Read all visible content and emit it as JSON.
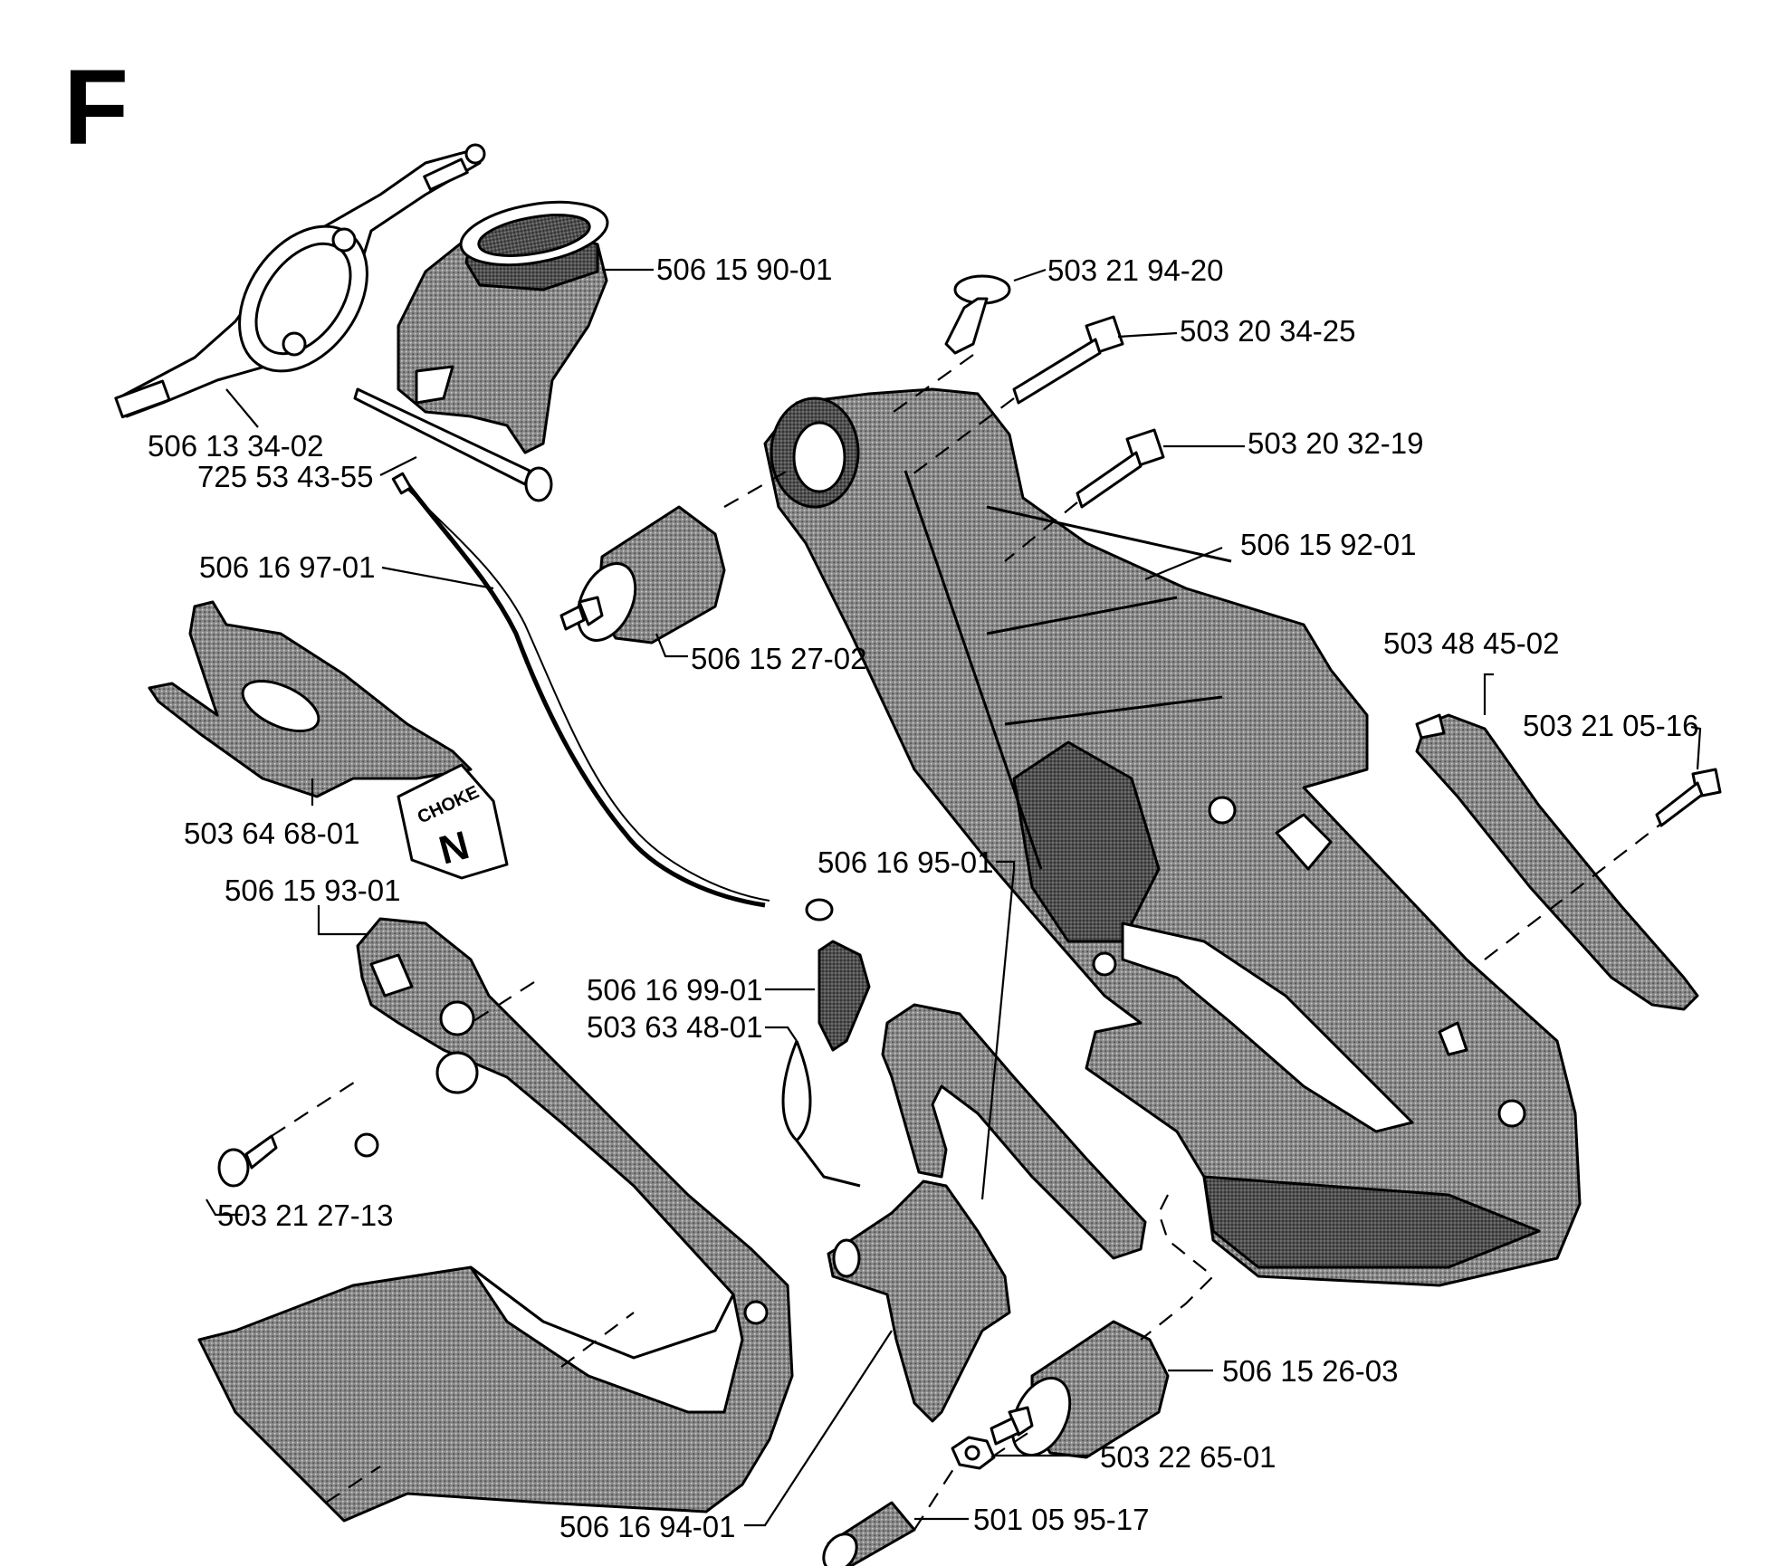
{
  "section": {
    "letter": "F"
  },
  "colors": {
    "ink": "#000000",
    "part_shade": "#8a8a8a",
    "paper": "#ffffff"
  },
  "parts": [
    {
      "id": "p01",
      "number": "506 15 90-01"
    },
    {
      "id": "p02",
      "number": "503 21 94-20"
    },
    {
      "id": "p03",
      "number": "503 20 34-25"
    },
    {
      "id": "p04",
      "number": "503 20 32-19"
    },
    {
      "id": "p05",
      "number": "506 13 34-02"
    },
    {
      "id": "p06",
      "number": "725 53 43-55"
    },
    {
      "id": "p07",
      "number": "506 15 92-01"
    },
    {
      "id": "p08",
      "number": "506 16 97-01"
    },
    {
      "id": "p09",
      "number": "506 15 27-02"
    },
    {
      "id": "p10",
      "number": "503 48 45-02"
    },
    {
      "id": "p11",
      "number": "503 21 05-16"
    },
    {
      "id": "p12",
      "number": "503 64 68-01"
    },
    {
      "id": "p13",
      "number": "506 16 95-01"
    },
    {
      "id": "p14",
      "number": "506 15 93-01"
    },
    {
      "id": "p15",
      "number": "506 16 99-01"
    },
    {
      "id": "p16",
      "number": "503 63 48-01"
    },
    {
      "id": "p17",
      "number": "503 21 27-13"
    },
    {
      "id": "p18",
      "number": "506 15 26-03"
    },
    {
      "id": "p19",
      "number": "503 22 65-01"
    },
    {
      "id": "p20",
      "number": "506 16 94-01"
    },
    {
      "id": "p21",
      "number": "501 05 95-17"
    }
  ],
  "choke_plate": {
    "text": "CHOKE",
    "symbol": "N"
  }
}
